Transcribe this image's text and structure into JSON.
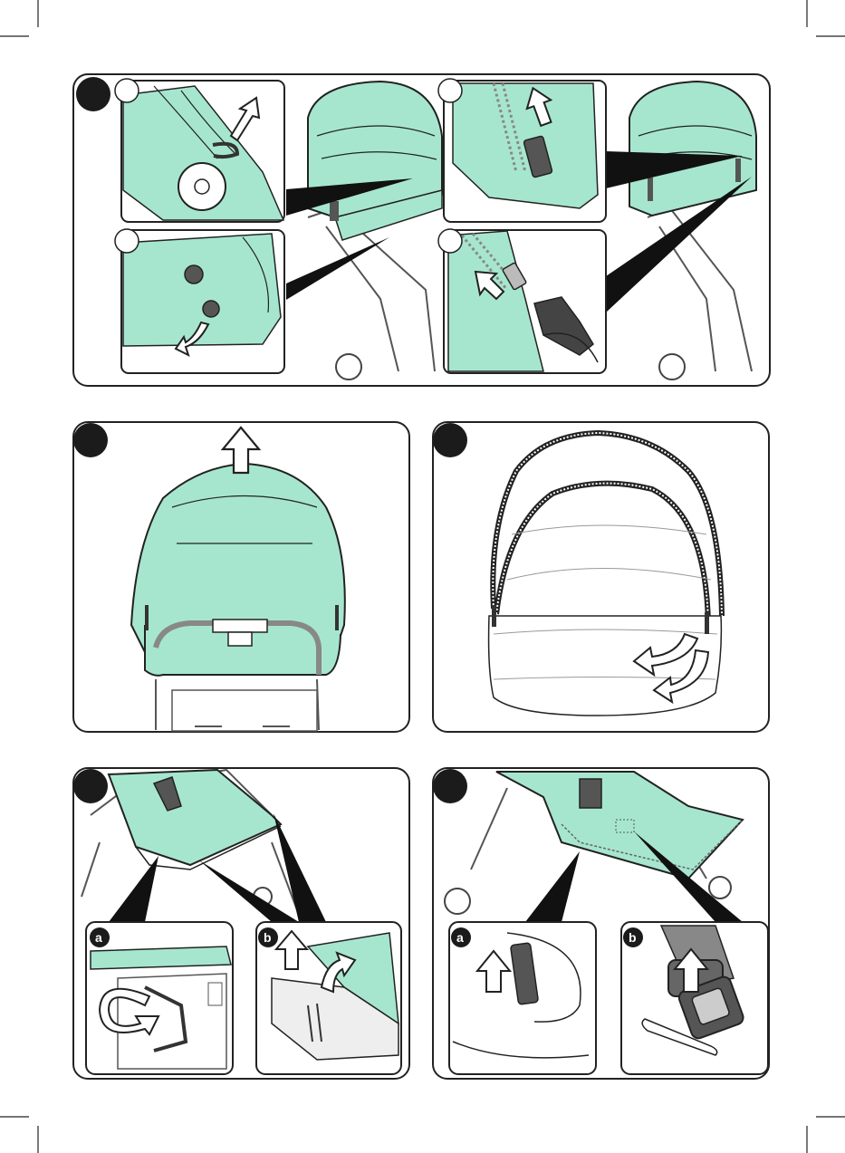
{
  "colors": {
    "fabric": "#a6e6cf",
    "fabric_dark": "#7fcfb2",
    "stroke": "#222222",
    "badge": "#1b1b1b",
    "panel_bg": "#ffffff"
  },
  "panels": [
    {
      "id": "step-1",
      "badge": ""
    },
    {
      "id": "step-2",
      "badge": ""
    },
    {
      "id": "step-3",
      "badge": ""
    },
    {
      "id": "step-4",
      "badge": ""
    },
    {
      "id": "step-5",
      "badge": ""
    }
  ],
  "insets": {
    "step4_a": "a",
    "step4_b": "b",
    "step5_a": "a",
    "step5_b": "b"
  }
}
